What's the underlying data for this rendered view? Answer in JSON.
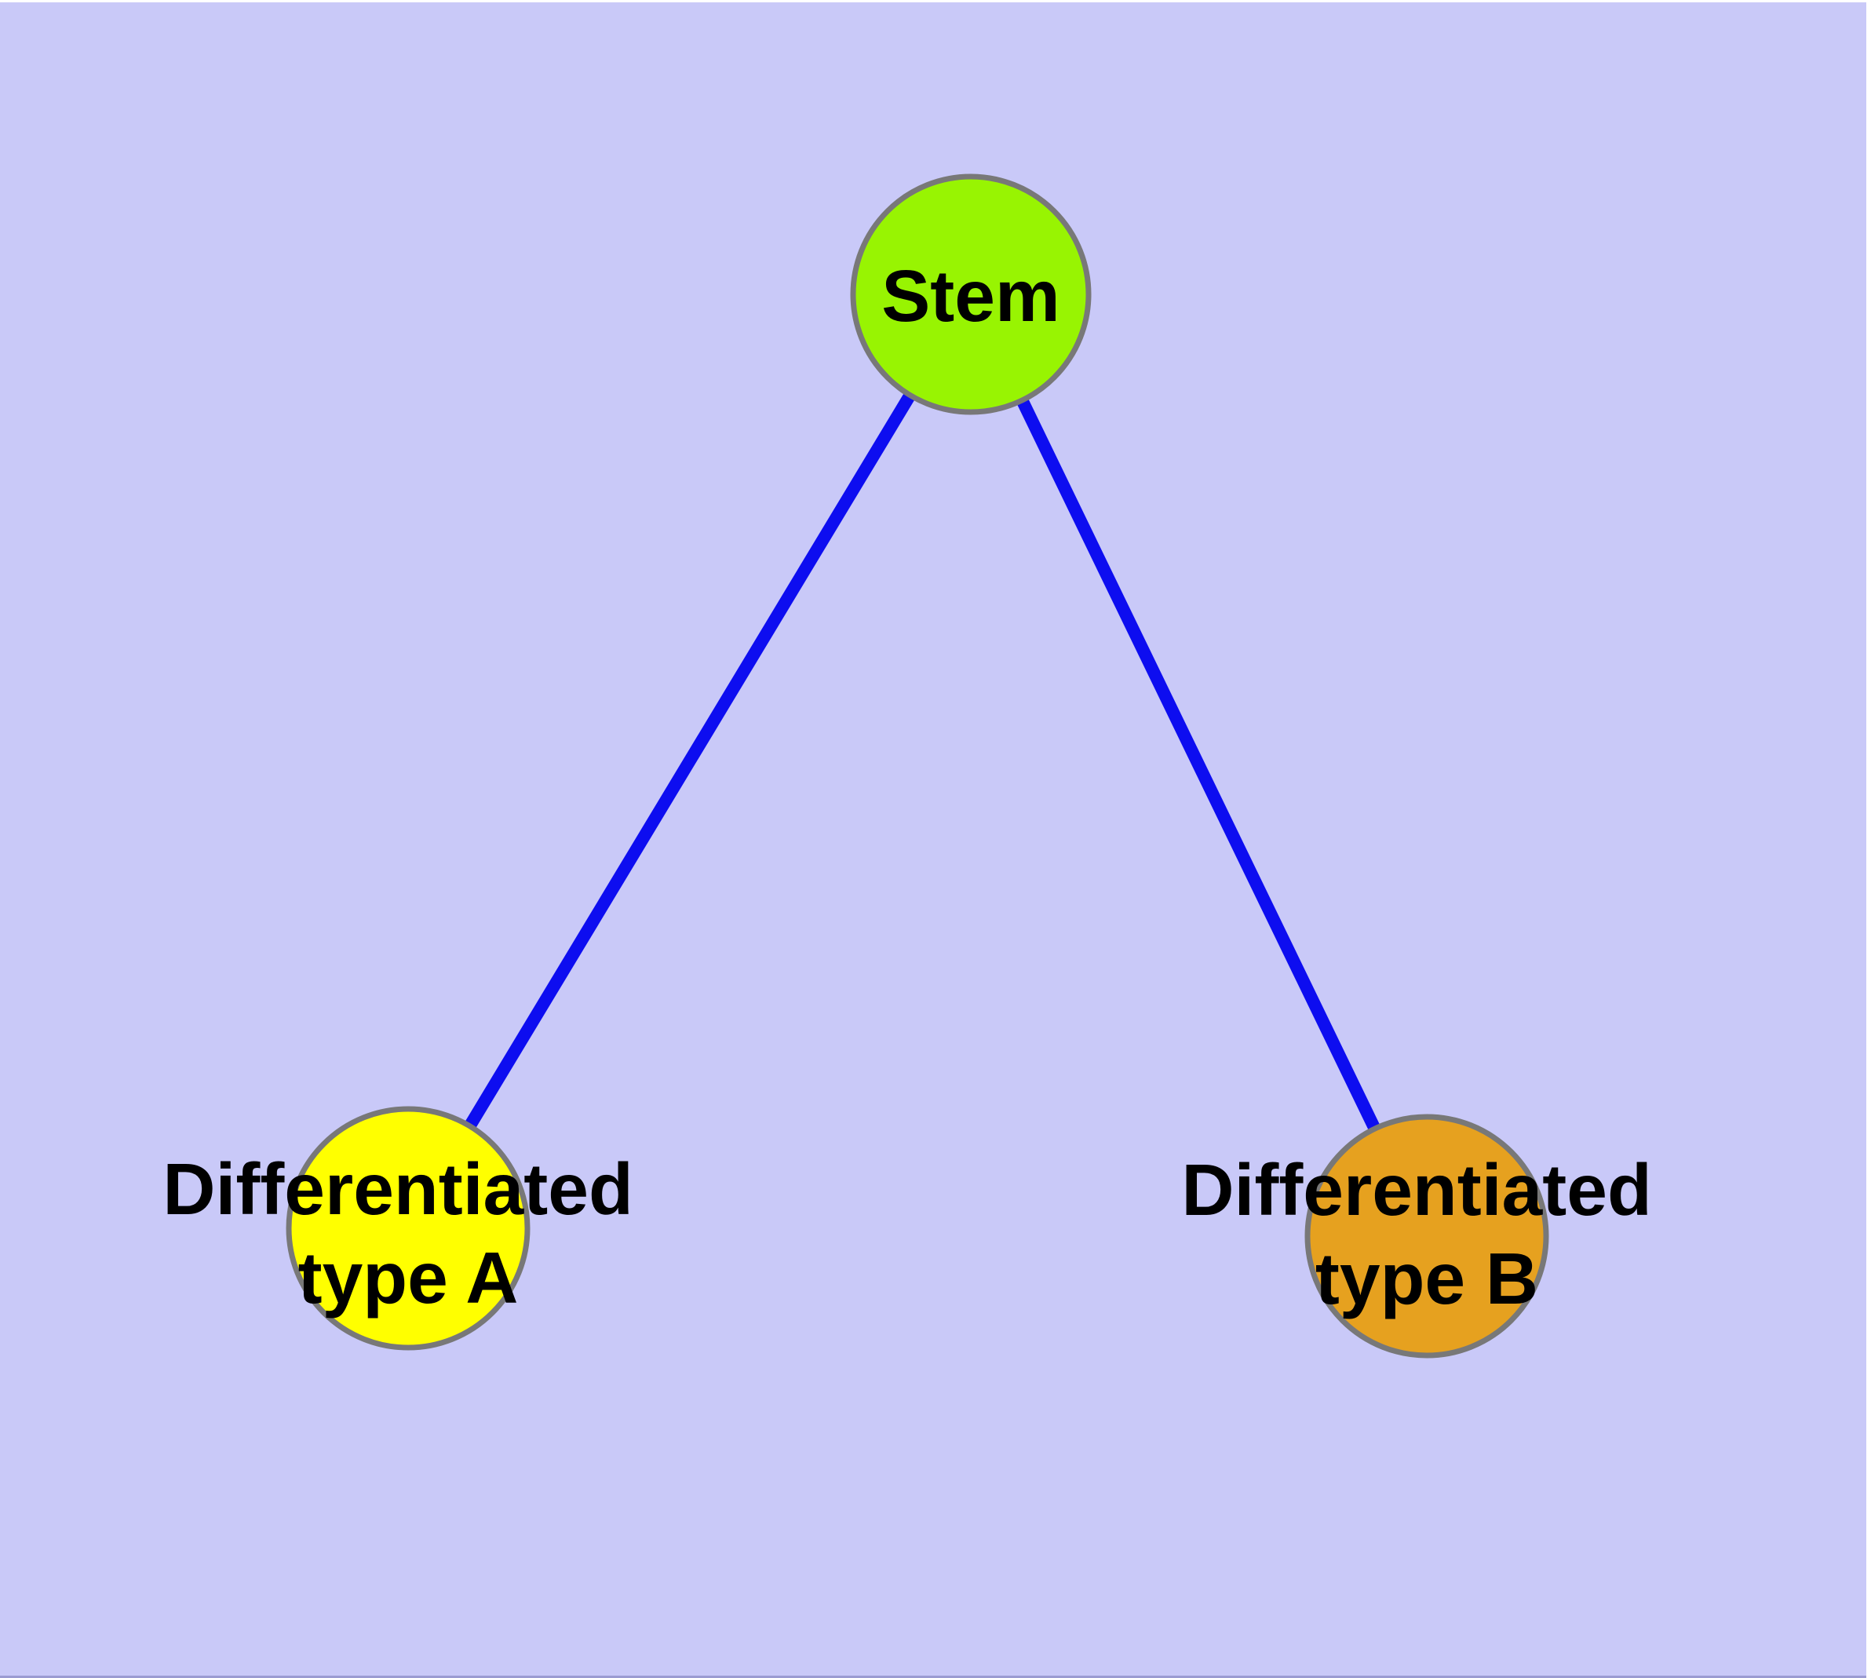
{
  "page": {
    "margin_color": "#ffffff",
    "canvas_color": "#c9c9f8",
    "bottom_edge_color": "#9b9bd2"
  },
  "diagram": {
    "edge_color": "#0d0df0",
    "node_border_color": "#787878",
    "text_color": "#000000",
    "nodes": {
      "stem": {
        "label": "Stem",
        "fill": "#98f402"
      },
      "type_a": {
        "label_line1": "Differentiated",
        "label_line2": "type A",
        "fill": "#ffff00"
      },
      "type_b": {
        "label_line1": "Differentiated",
        "label_line2": "type B",
        "fill": "#e6a11f"
      }
    }
  }
}
